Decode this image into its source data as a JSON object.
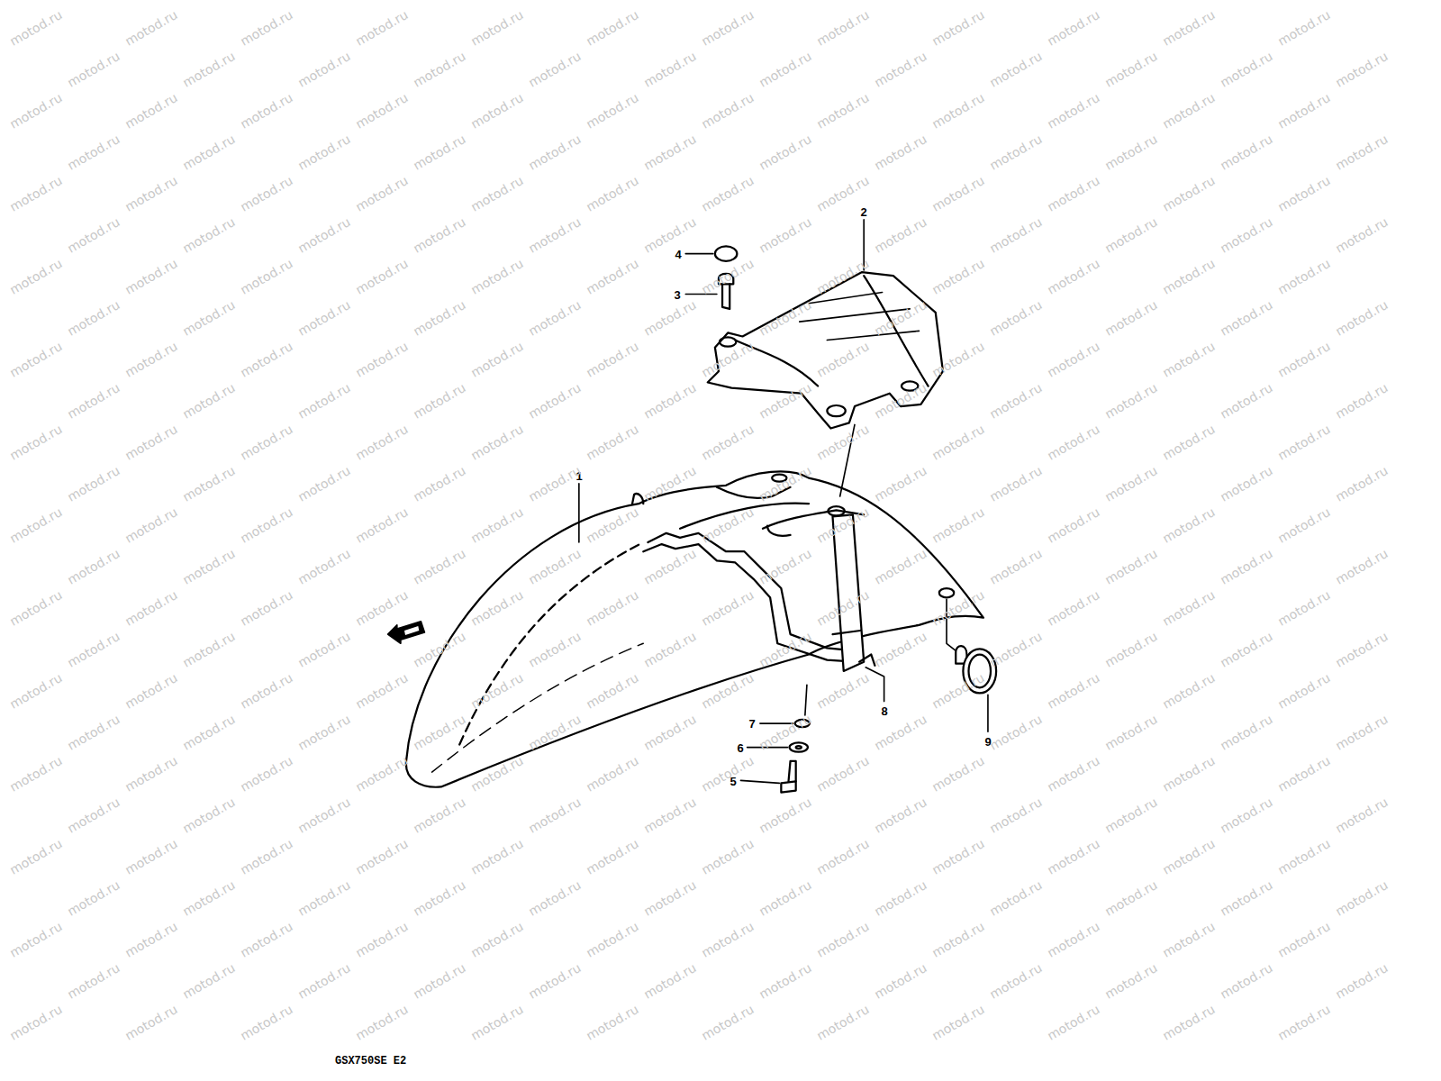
{
  "diagram": {
    "labels": [
      "2",
      "4",
      "3",
      "1",
      "7",
      "6",
      "8",
      "9",
      "5",
      "GSX750SE E2",
      "motod.ru",
      "motod.ru",
      "motod.ru",
      "motod.ru",
      "motod.ru",
      "motod.ru",
      "motod.ru",
      "motod.ru",
      "motod.ru",
      "motod.ru",
      "motod.ru",
      "motod.ru",
      "motod.ru",
      "motod.ru",
      "motod.ru",
      "motod.ru",
      "motod.ru",
      "motod.ru",
      "motod.ru",
      "motod.ru",
      "motod.ru",
      "motod.ru",
      "motod.ru",
      "motod.ru",
      "motod.ru",
      "motod.ru",
      "motod.ru",
      "motod.ru",
      "motod.ru",
      "motod.ru",
      "motod.ru",
      "motod.ru",
      "motod.ru",
      "motod.ru",
      "motod.ru",
      "motod.ru",
      "motod.ru",
      "motod.ru",
      "motod.ru",
      "motod.ru",
      "motod.ru",
      "motod.ru",
      "motod.ru",
      "motod.ru",
      "motod.ru",
      "motod.ru",
      "motod.ru",
      "motod.ru",
      "motod.ru",
      "motod.ru",
      "motod.ru",
      "motod.ru",
      "motod.ru",
      "motod.ru",
      "motod.ru",
      "motod.ru",
      "motod.ru",
      "motod.ru",
      "motod.ru",
      "motod.ru",
      "motod.ru",
      "motod.ru",
      "motod.ru",
      "motod.ru",
      "motod.ru",
      "motod.ru",
      "motod.ru",
      "motod.ru",
      "motod.ru",
      "motod.ru",
      "motod.ru",
      "motod.ru",
      "motod.ru",
      "motod.ru",
      "motod.ru",
      "motod.ru",
      "motod.ru",
      "motod.ru",
      "motod.ru",
      "motod.ru",
      "motod.ru",
      "motod.ru",
      "motod.ru",
      "motod.ru",
      "motod.ru",
      "motod.ru",
      "motod.ru",
      "motod.ru",
      "motod.ru",
      "motod.ru",
      "motod.ru",
      "motod.ru",
      "motod.ru",
      "motod.ru",
      "motod.ru",
      "motod.ru",
      "motod.ru",
      "motod.ru",
      "motod.ru",
      "motod.ru",
      "motod.ru",
      "motod.ru",
      "motod.ru",
      "motod.ru",
      "motod.ru",
      "motod.ru",
      "motod.ru",
      "motod.ru",
      "motod.ru",
      "motod.ru",
      "motod.ru",
      "motod.ru",
      "motod.ru",
      "motod.ru",
      "motod.ru",
      "motod.ru",
      "motod.ru",
      "motod.ru",
      "motod.ru",
      "motod.ru",
      "motod.ru",
      "motod.ru",
      "motod.ru",
      "motod.ru",
      "motod.ru",
      "motod.ru",
      "motod.ru",
      "motod.ru",
      "motod.ru",
      "motod.ru",
      "motod.ru",
      "motod.ru",
      "motod.ru",
      "motod.ru",
      "motod.ru",
      "motod.ru",
      "motod.ru",
      "motod.ru",
      "motod.ru",
      "motod.ru",
      "motod.ru",
      "motod.ru",
      "motod.ru",
      "motod.ru",
      "motod.ru",
      "motod.ru",
      "motod.ru",
      "motod.ru",
      "motod.ru",
      "motod.ru",
      "motod.ru",
      "motod.ru",
      "motod.ru",
      "motod.ru",
      "motod.ru",
      "motod.ru",
      "motod.ru",
      "motod.ru",
      "motod.ru",
      "motod.ru",
      "motod.ru",
      "motod.ru",
      "motod.ru",
      "motod.ru",
      "motod.ru",
      "motod.ru",
      "motod.ru",
      "motod.ru",
      "motod.ru",
      "motod.ru",
      "motod.ru",
      "motod.ru",
      "motod.ru",
      "motod.ru",
      "motod.ru",
      "motod.ru",
      "motod.ru",
      "motod.ru",
      "motod.ru",
      "motod.ru",
      "motod.ru",
      "motod.ru",
      "motod.ru",
      "motod.ru",
      "motod.ru",
      "motod.ru",
      "motod.ru",
      "motod.ru",
      "motod.ru",
      "motod.ru",
      "motod.ru",
      "motod.ru",
      "motod.ru",
      "motod.ru",
      "motod.ru",
      "motod.ru",
      "motod.ru",
      "motod.ru",
      "motod.ru",
      "motod.ru",
      "motod.ru",
      "motod.ru",
      "motod.ru",
      "motod.ru",
      "motod.ru",
      "motod.ru",
      "motod.ru",
      "motod.ru",
      "motod.ru",
      "motod.ru",
      "motod.ru",
      "motod.ru",
      "motod.ru",
      "motod.ru",
      "motod.ru",
      "motod.ru",
      "motod.ru",
      "motod.ru",
      "motod.ru",
      "motod.ru",
      "motod.ru",
      "motod.ru",
      "motod.ru",
      "motod.ru",
      "motod.ru",
      "motod.ru",
      "motod.ru",
      "motod.ru",
      "motod.ru",
      "motod.ru",
      "motod.ru",
      "motod.ru",
      "motod.ru",
      "motod.ru",
      "motod.ru",
      "motod.ru",
      "motod.ru",
      "motod.ru",
      "motod.ru",
      "motod.ru",
      "motod.ru",
      "motod.ru",
      "motod.ru",
      "motod.ru",
      "motod.ru",
      "motod.ru",
      "motod.ru",
      "motod.ru",
      "motod.ru",
      "motod.ru",
      "motod.ru",
      "motod.ru",
      "motod.ru",
      "motod.ru",
      "motod.ru",
      "motod.ru",
      "motod.ru",
      "motod.ru",
      "motod.ru",
      "motod.ru",
      "motod.ru",
      "motod.ru",
      "motod.ru",
      "motod.ru",
      "motod.ru",
      "motod.ru",
      "motod.ru",
      "motod.ru",
      "motod.ru",
      "motod.ru",
      "motod.ru",
      "motod.ru",
      "motod.ru",
      "motod.ru",
      "motod.ru",
      "motod.ru",
      "motod.ru",
      "motod.ru",
      "motod.ru",
      "motod.ru",
      "motod.ru",
      "motod.ru",
      "motod.ru",
      "motod.ru",
      "motod.ru",
      "motod.ru",
      "motod.ru",
      "motod.ru",
      "motod.ru",
      "motod.ru",
      "motod.ru",
      "motod.ru",
      "motod.ru",
      "motod.ru",
      "motod.ru",
      "motod.ru",
      "motod.ru",
      "motod.ru",
      "motod.ru",
      "motod.ru"
    ]
  }
}
